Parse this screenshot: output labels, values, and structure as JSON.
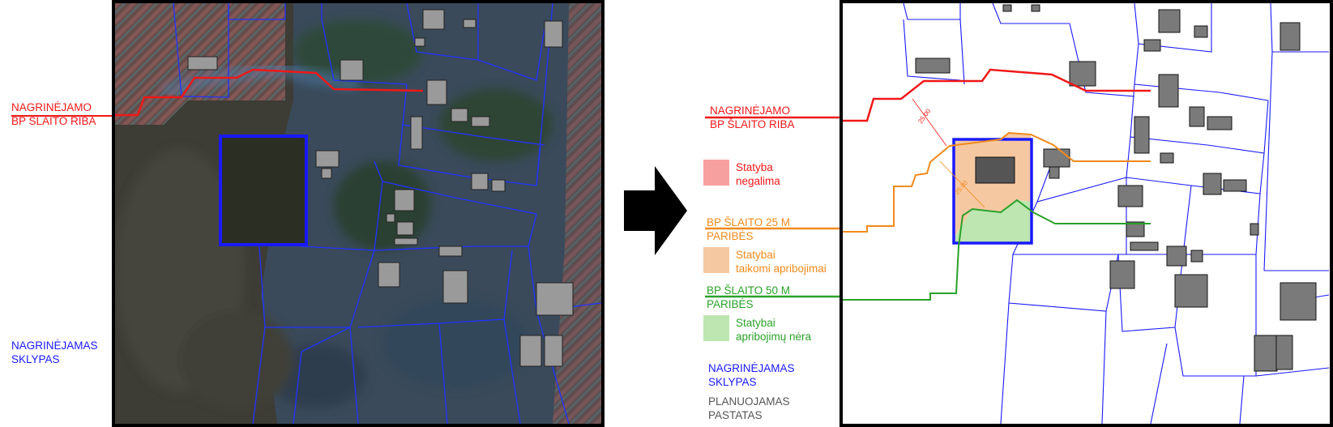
{
  "left_panel": {
    "slope_label": {
      "line1": "NAGRINĖJAMO",
      "line2": "BP ŠLAITO RIBA"
    },
    "plot_label": {
      "line1": "NAGRINĖJAMAS",
      "line2": "SKLYPAS"
    }
  },
  "right_panel": {
    "slope_label": {
      "line1": "NAGRINĖJAMO",
      "line2": "BP ŠLAITO RIBA"
    },
    "legend": {
      "no_build": {
        "line1": "Statyba",
        "line2": "negalima",
        "color": "#f7a0a0"
      },
      "buffer25": {
        "line1": "BP ŠLAITO 25 M",
        "line2": "PARIBĖS",
        "color": "#f08a1c"
      },
      "restricted": {
        "line1": "Statybai",
        "line2": "taikomi apribojimai",
        "color": "#f6c8a2"
      },
      "buffer50": {
        "line1": "BP ŠLAITO 50 M",
        "line2": "PARIBĖS",
        "color": "#2aa12a"
      },
      "no_limits": {
        "line1": "Statybai",
        "line2": "apribojimų nėra",
        "color": "#bde6b0"
      },
      "plot": {
        "line1": "NAGRINĖJAMAS",
        "line2": "SKLYPAS",
        "color": "#1a1aff"
      },
      "planned": {
        "line1": "PLANUOJAMAS",
        "line2": "PASTATAS",
        "color": "#666666"
      }
    },
    "dimension_labels": {
      "d1": "25.00",
      "d2": "25.00"
    }
  },
  "colors": {
    "slope_line": "#f01818",
    "parcel_line": "#1a1aff",
    "building_fill": "#7a7a7a",
    "arrow": "#000000"
  }
}
